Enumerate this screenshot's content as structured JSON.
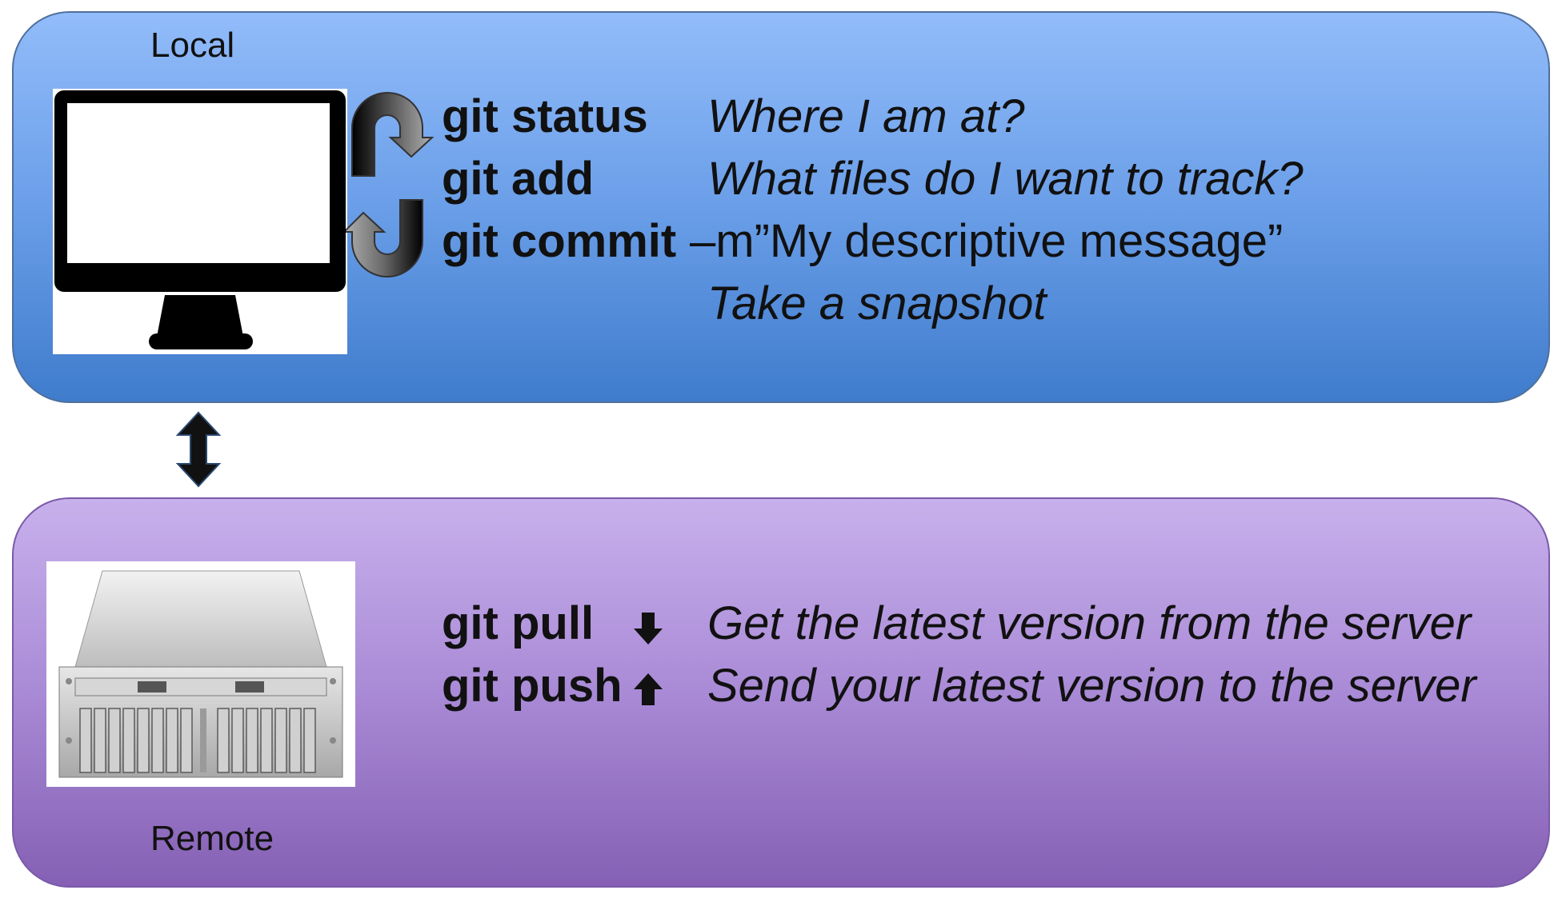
{
  "local": {
    "label": "Local",
    "commands": [
      {
        "cmd": "git status",
        "desc": "Where I am at?"
      },
      {
        "cmd": "git add",
        "desc": "What files do I want to track?"
      },
      {
        "cmd": "git commit",
        "desc": "–m”My descriptive message”"
      },
      {
        "cmd": "",
        "desc": "Take a snapshot"
      }
    ],
    "color_top": "#92bcfa",
    "color_bottom": "#3f7ccc"
  },
  "remote": {
    "label": "Remote",
    "commands": [
      {
        "cmd": "git pull",
        "desc": "Get the latest version from the server"
      },
      {
        "cmd": "git push",
        "desc": "Send your latest version to the server"
      }
    ],
    "color_top": "#c8b0ec",
    "color_bottom": "#8560b4"
  },
  "icons": {
    "local_device": "desktop-monitor-icon",
    "remote_device": "rack-server-icon",
    "sync_arrow": "double-vertical-arrow-icon",
    "pull": "arrow-down-icon",
    "push": "arrow-up-icon",
    "cycle": "u-turn-arrows-icon"
  }
}
